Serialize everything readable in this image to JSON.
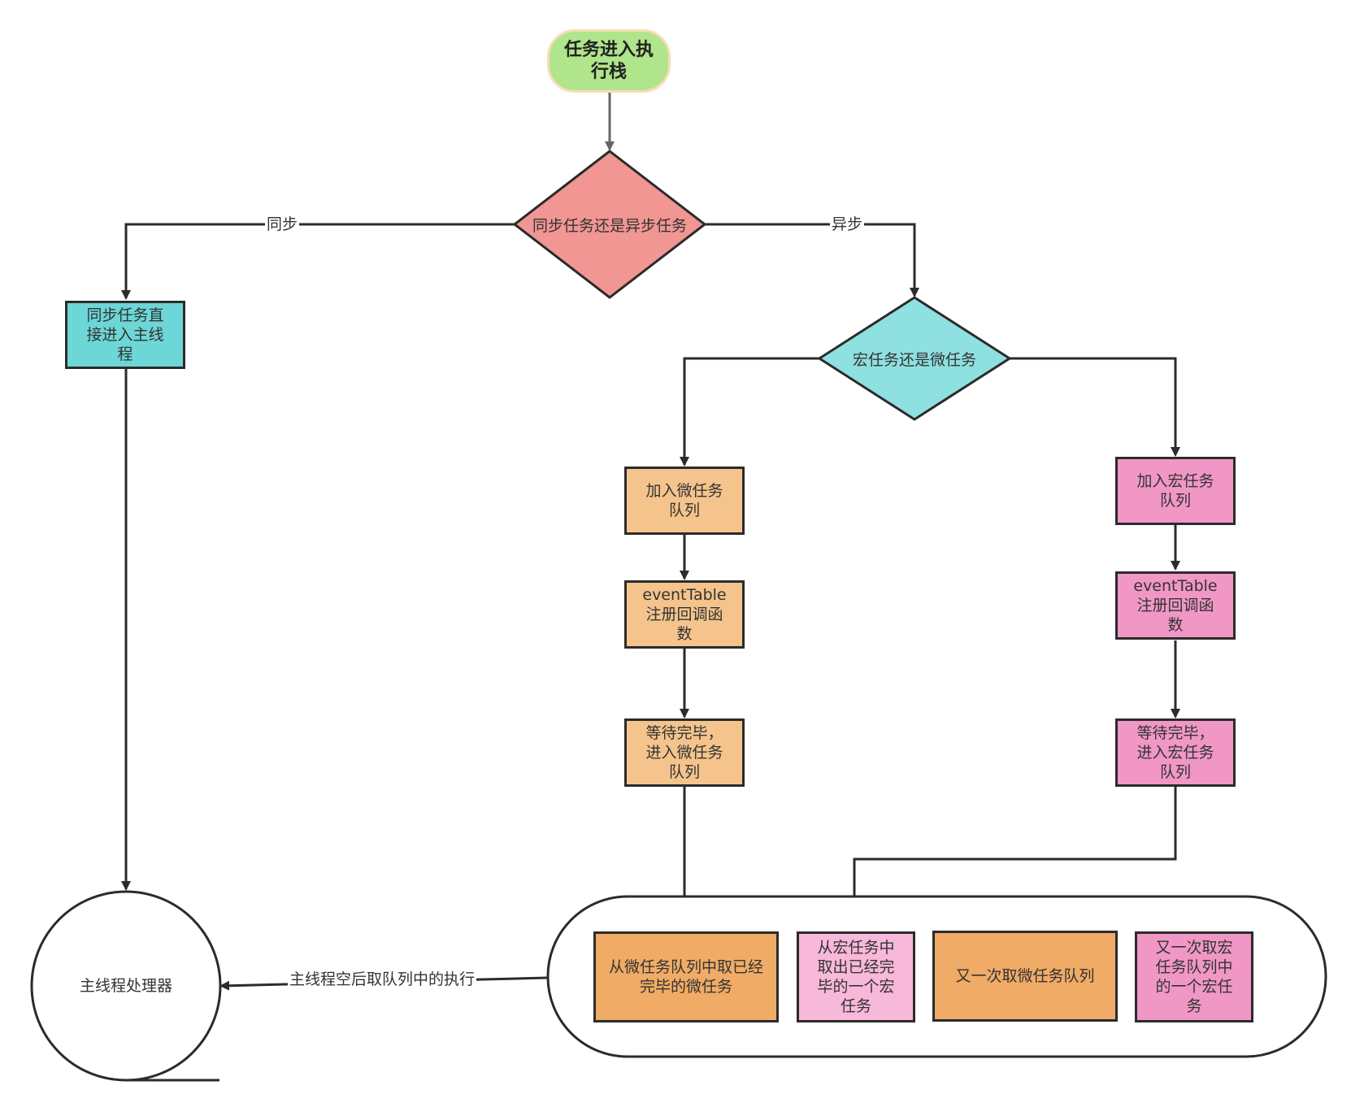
{
  "colors": {
    "start_fill": "#b0e58c",
    "start_stroke": "#f6dfb4",
    "decision1_fill": "#f19693",
    "decision2_fill": "#8fe0e0",
    "sync_fill": "#6dd6d6",
    "micro_fill": "#f4c48c",
    "macro_fill": "#f097c6",
    "queue_orange": "#f0ab66",
    "queue_pink_light": "#f7b8d9",
    "stroke": "#2b2b2b",
    "arrow_gray": "#666666"
  },
  "nodes": {
    "start": "任务进入执\n行栈",
    "decision_sync_async": "同步任务还是异步任务",
    "sync_task": "同步任务直\n接进入主线\n程",
    "decision_macro_micro": "宏任务还是微任务",
    "micro_enqueue": "加入微任务\n队列",
    "micro_event_table": "eventTable\n注册回调函\n数",
    "micro_wait": "等待完毕，\n进入微任务\n队列",
    "macro_enqueue": "加入宏任务\n队列",
    "macro_event_table": "eventTable\n注册回调函\n数",
    "macro_wait": "等待完毕，\n进入宏任务\n队列",
    "main_thread": "主线程处理器",
    "queue_item_1": "从微任务队列中取已经\n完毕的微任务",
    "queue_item_2": "从宏任务中\n取出已经完\n毕的一个宏\n任务",
    "queue_item_3": "又一次取微任务队列",
    "queue_item_4": "又一次取宏\n任务队列中\n的一个宏任\n务"
  },
  "edges": {
    "sync_label": "同步",
    "async_label": "异步",
    "main_thread_label": "主线程空后取队列中的执行"
  }
}
